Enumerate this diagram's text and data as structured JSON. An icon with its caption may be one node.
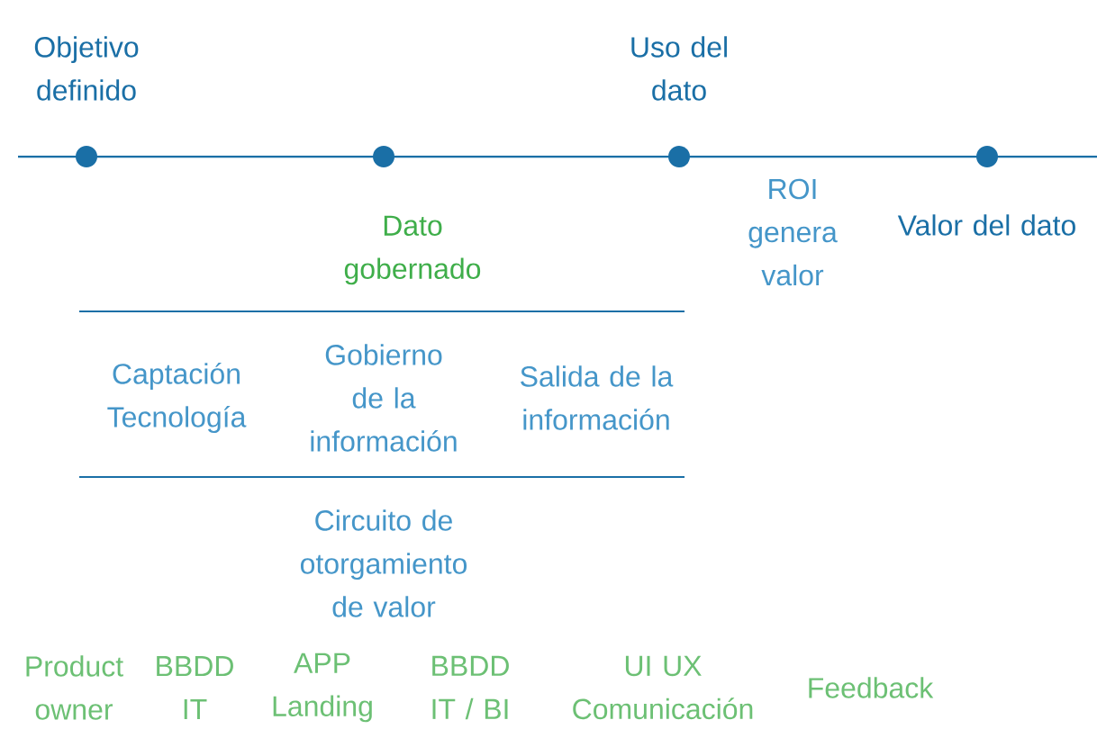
{
  "diagram": {
    "labels": [
      "Objetivo definido",
      "Uso del dato",
      "ROI genera valor",
      "Valor del dato",
      "Dato gobernado",
      "Captación Tecnología",
      "Gobierno de la información",
      "Salida de la información",
      "Circuito de otorgamiento de valor",
      "Product owner",
      "BBDD IT",
      "APP Landing",
      "BBDD IT / BI",
      "UI UX Comunicación",
      "Feedback"
    ]
  }
}
